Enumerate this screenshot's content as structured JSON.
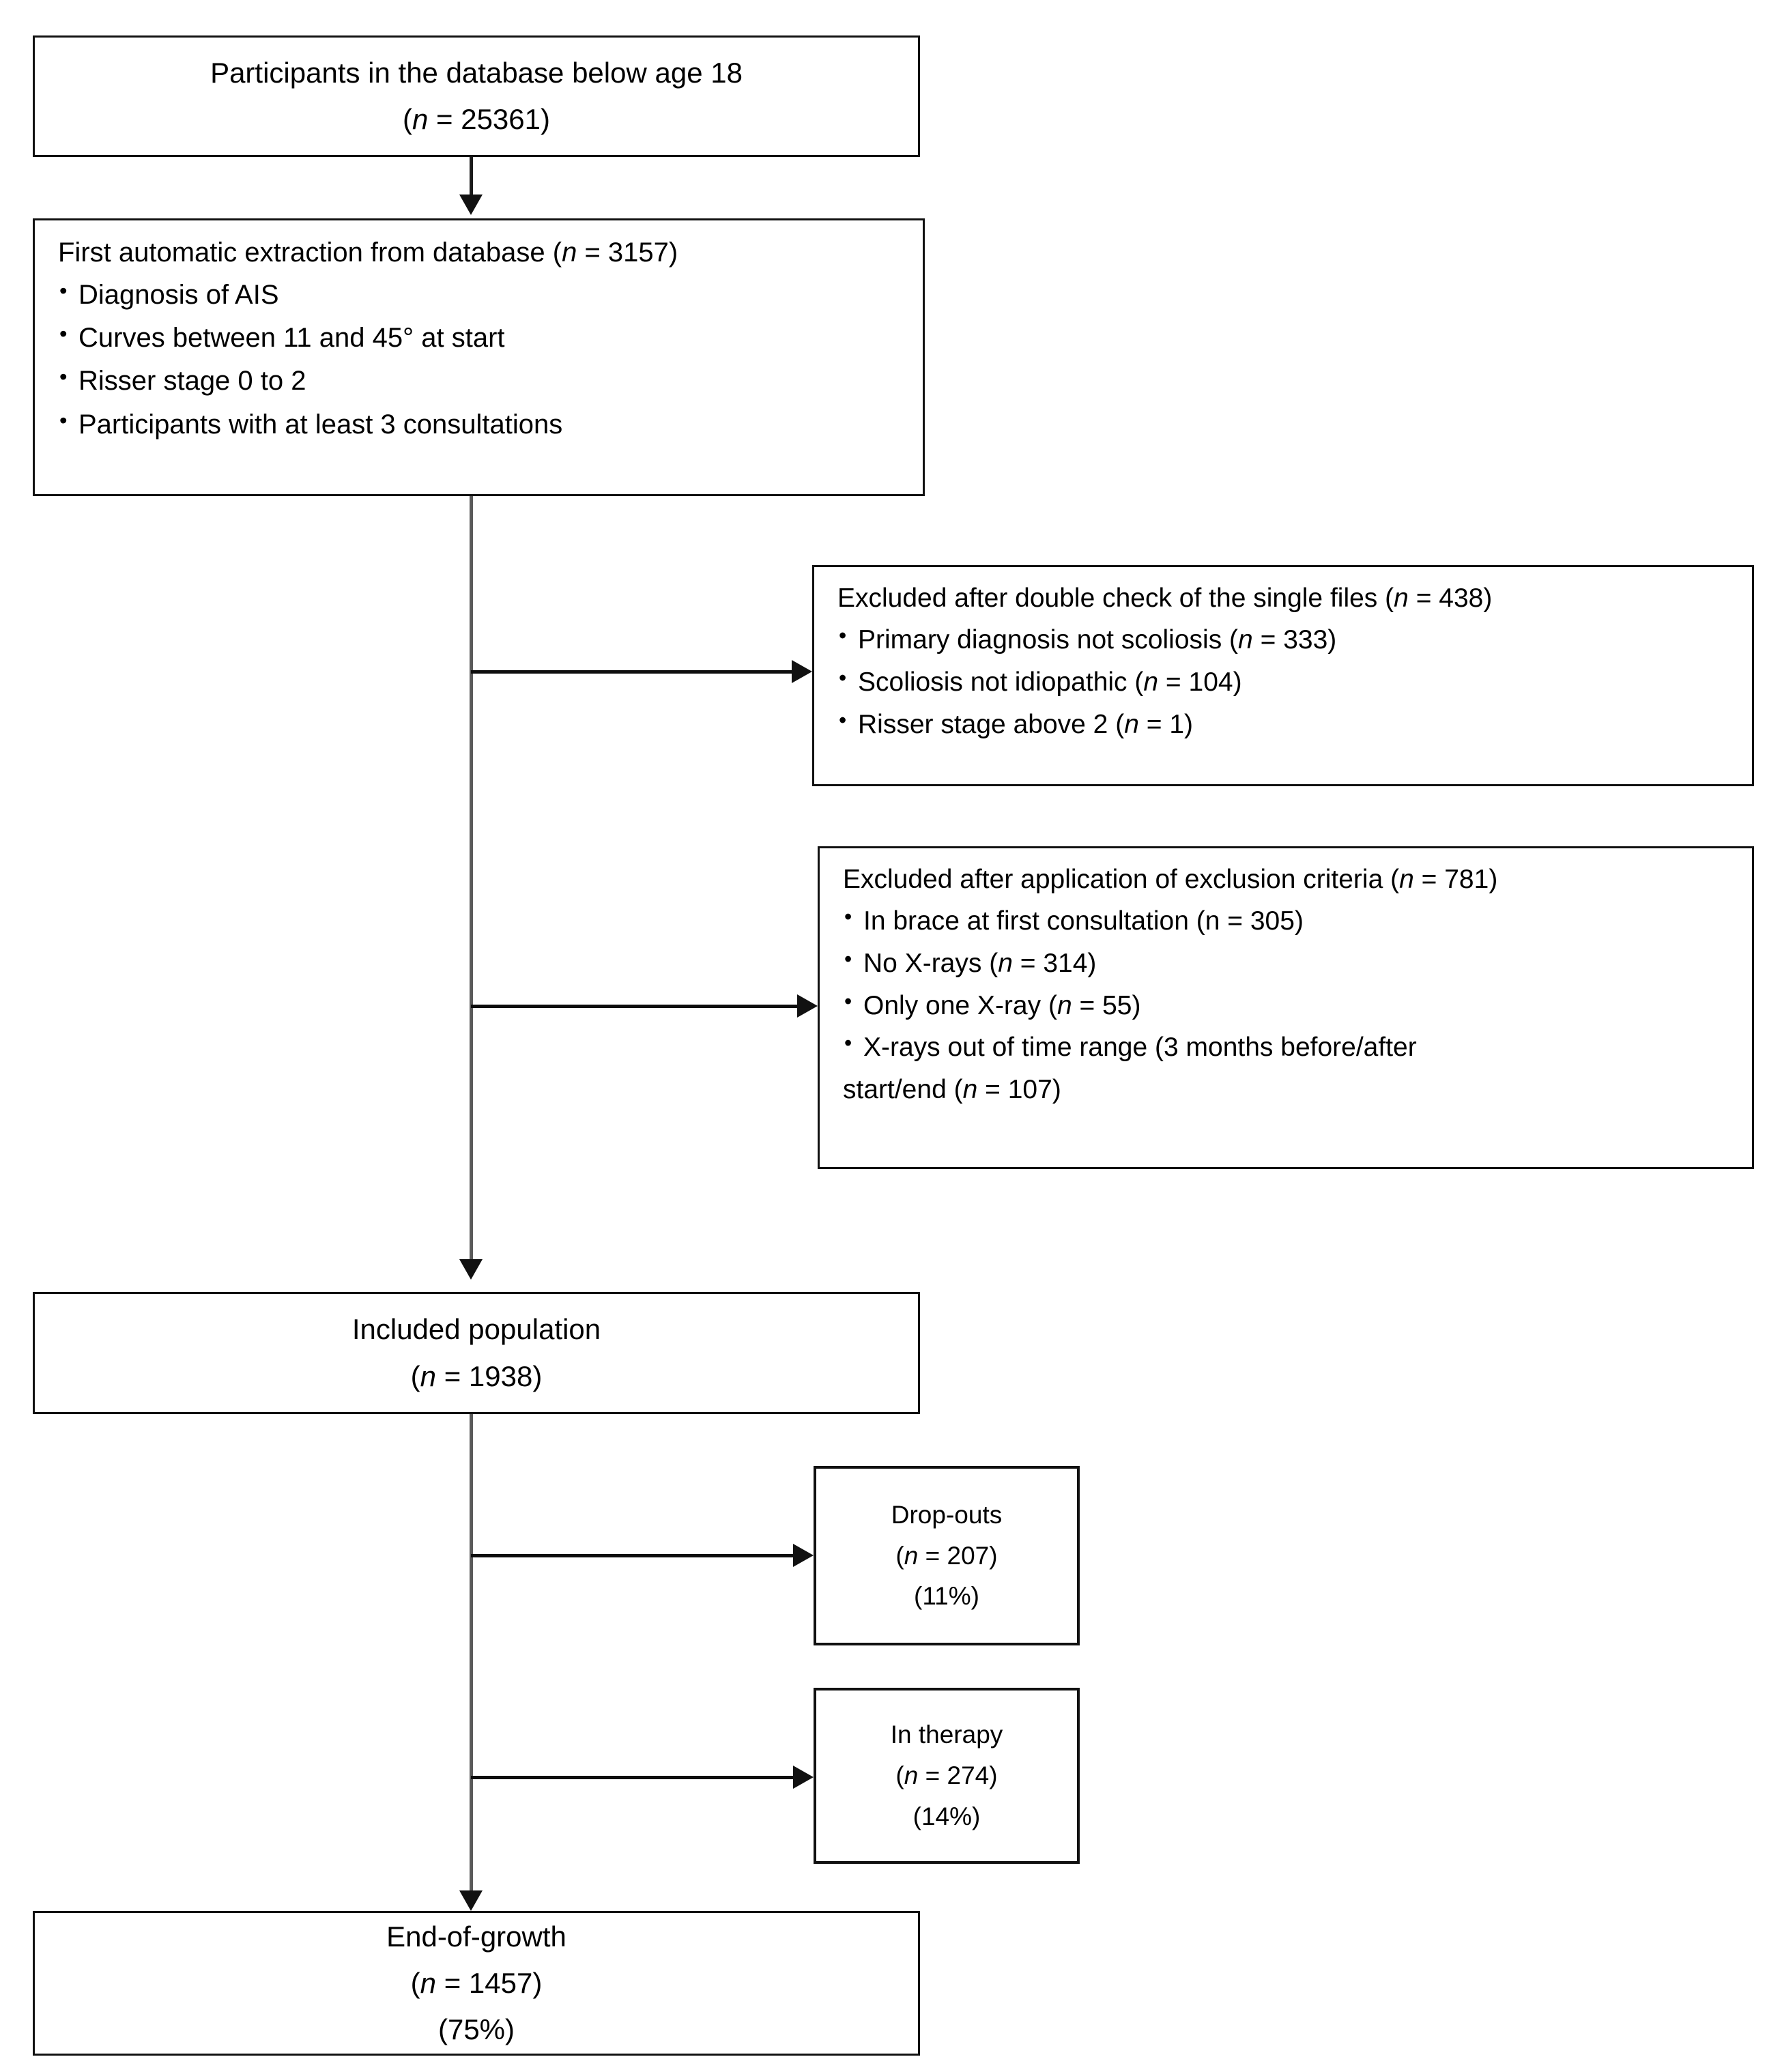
{
  "chart_data": {
    "type": "flow-diagram",
    "title": "Participant selection flow",
    "nodes": [
      {
        "id": "participants",
        "label": "Participants in the database below age 18",
        "n": 25361
      },
      {
        "id": "extraction",
        "label": "First automatic extraction from database",
        "n": 3157
      },
      {
        "id": "excluded_double_check",
        "label": "Excluded after double check of the  single files",
        "n": 438
      },
      {
        "id": "excluded_criteria",
        "label": "Excluded after application of exclusion criteria",
        "n": 781
      },
      {
        "id": "included",
        "label": "Included population",
        "n": 1938
      },
      {
        "id": "dropouts",
        "label": "Drop-outs",
        "n": 207,
        "percent": "11%"
      },
      {
        "id": "in_therapy",
        "label": "In therapy",
        "n": 274,
        "percent": "14%"
      },
      {
        "id": "end_of_growth",
        "label": "End-of-growth",
        "n": 1457,
        "percent": "75%"
      }
    ],
    "edges": [
      {
        "from": "participants",
        "to": "extraction"
      },
      {
        "from": "extraction",
        "to": "excluded_double_check"
      },
      {
        "from": "extraction",
        "to": "excluded_criteria"
      },
      {
        "from": "extraction",
        "to": "included"
      },
      {
        "from": "included",
        "to": "dropouts"
      },
      {
        "from": "included",
        "to": "in_therapy"
      },
      {
        "from": "included",
        "to": "end_of_growth"
      }
    ]
  },
  "boxes": {
    "participants": {
      "line1": "Participants in the database below age 18",
      "line2_open": "(",
      "line2_italic": "n",
      "line2_rest": " = 25361)"
    },
    "extraction": {
      "header_text": "First automatic extraction from database ",
      "header_open": "(",
      "header_italic": "n",
      "header_rest": " = 3157)",
      "bullets": [
        "Diagnosis of AIS",
        "Curves between  11 and 45° at start",
        "Risser stage 0 to 2",
        "Participants with at least 3 consultations"
      ]
    },
    "excluded_double_check": {
      "header_text": "Excluded after double check of the  single files ",
      "header_open": "(",
      "header_italic": "n",
      "header_rest": " = 438)",
      "bullets": [
        {
          "text": "Primary diagnosis not scoliosis ",
          "open": "(",
          "italic": "n",
          "rest": " = 333)"
        },
        {
          "text": "Scoliosis not idiopathic ",
          "open": "(",
          "italic": "n",
          "rest": " = 104)"
        },
        {
          "text": "Risser stage above 2 ",
          "open": "(",
          "italic": "n",
          "rest": " = 1)"
        }
      ]
    },
    "excluded_criteria": {
      "header_text": "Excluded after application of exclusion criteria ",
      "header_open": "(",
      "header_italic": "n",
      "header_rest": " = 781)",
      "bullets": [
        {
          "text": "In brace at first consultation (n = 305)",
          "open": "",
          "italic": "",
          "rest": ""
        },
        {
          "text": "No  X-rays ",
          "open": "(",
          "italic": "n",
          "rest": " = 314)"
        },
        {
          "text": "Only one X-ray ",
          "open": "(",
          "italic": "n",
          "rest": " = 55)"
        },
        {
          "text": "X-rays out of time range (3 months  before/after",
          "open": "",
          "italic": "",
          "rest": ""
        }
      ],
      "continuation_text": "start/end ",
      "continuation_open": "(",
      "continuation_italic": "n",
      "continuation_rest": " = 107)"
    },
    "included": {
      "line1": "Included population",
      "line2_open": "(",
      "line2_italic": "n",
      "line2_rest": " = 1938)"
    },
    "dropouts": {
      "line1": "Drop-outs",
      "line2_open": "(",
      "line2_italic": "n",
      "line2_rest": " = 207)",
      "line3": "(11%)"
    },
    "in_therapy": {
      "line1": "In therapy",
      "line2_open": "(",
      "line2_italic": "n",
      "line2_rest": " = 274)",
      "line3": "(14%)"
    },
    "end_of_growth": {
      "line1": "End-of-growth",
      "line2_open": "(",
      "line2_italic": "n",
      "line2_rest": " = 1457)",
      "line3": "(75%)"
    }
  },
  "colors": {
    "stroke": "#111111",
    "connector": "#5a5a5a",
    "background": "#ffffff"
  }
}
